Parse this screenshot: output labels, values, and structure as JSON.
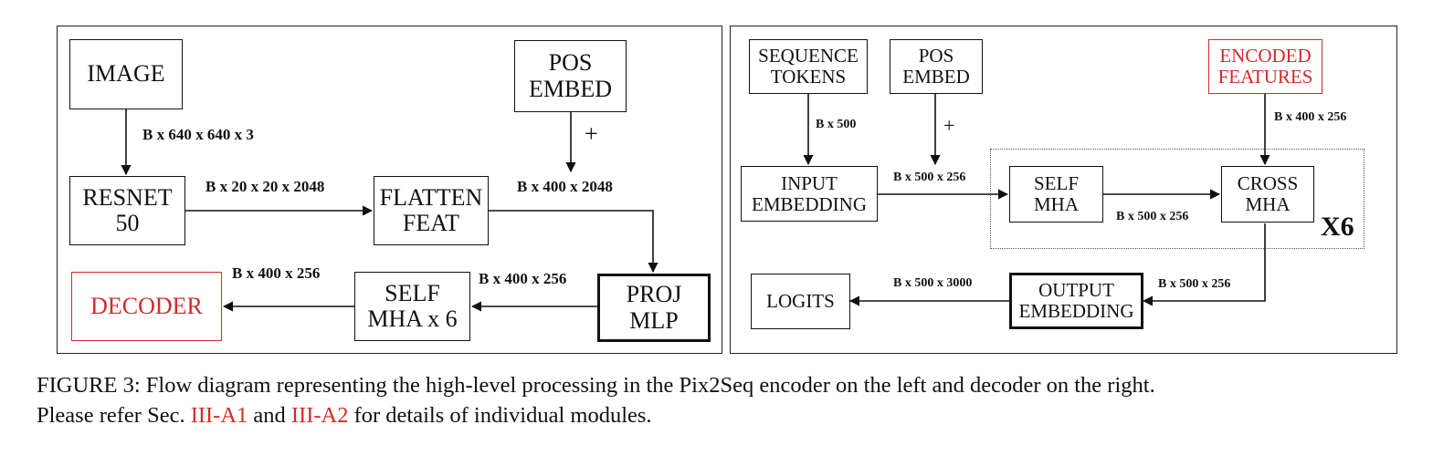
{
  "encoder": {
    "nodes": {
      "image": "IMAGE",
      "pos_embed": "POS\nEMBED",
      "resnet": "RESNET\n50",
      "flatten": "FLATTEN\nFEAT",
      "decoder": "DECODER",
      "self_mha": "SELF\nMHA x 6",
      "proj_mlp": "PROJ\nMLP"
    },
    "edges": {
      "image_to_resnet": "B x 640 x 640 x 3",
      "resnet_to_flatten": "B x 20 x 20 x 2048",
      "flatten_to_proj": "B x 400 x 2048",
      "proj_to_mha": "B x 400 x 256",
      "mha_to_decoder": "B x 400 x 256"
    },
    "plus": "+"
  },
  "decoder_panel": {
    "nodes": {
      "sequence_tokens": "SEQUENCE\nTOKENS",
      "pos_embed": "POS\nEMBED",
      "encoded_features": "ENCODED\nFEATURES",
      "input_embedding": "INPUT\nEMBEDDING",
      "self_mha": "SELF\nMHA",
      "cross_mha": "CROSS\nMHA",
      "logits": "LOGITS",
      "output_embedding": "OUTPUT\nEMBEDDING"
    },
    "edges": {
      "tokens_to_input": "B x 500",
      "features_to_cross": "B x 400 x 256",
      "input_to_self": "B x 500 x 256",
      "self_to_cross": "B x 500 x 256",
      "cross_to_output": "B x 500 x 256",
      "output_to_logits": "B x 500 x 3000"
    },
    "plus": "+",
    "repeat": "X6"
  },
  "caption": {
    "line1": "FIGURE 3: Flow diagram representing the high-level processing in the Pix2Seq encoder on the left and decoder on the right.",
    "line2_pre": "Please refer Sec. ",
    "ref1": "III-A1",
    "line2_mid": " and ",
    "ref2": "III-A2",
    "line2_post": " for details of individual modules."
  },
  "colors": {
    "highlight": "#d42a2a",
    "line": "#111111"
  }
}
